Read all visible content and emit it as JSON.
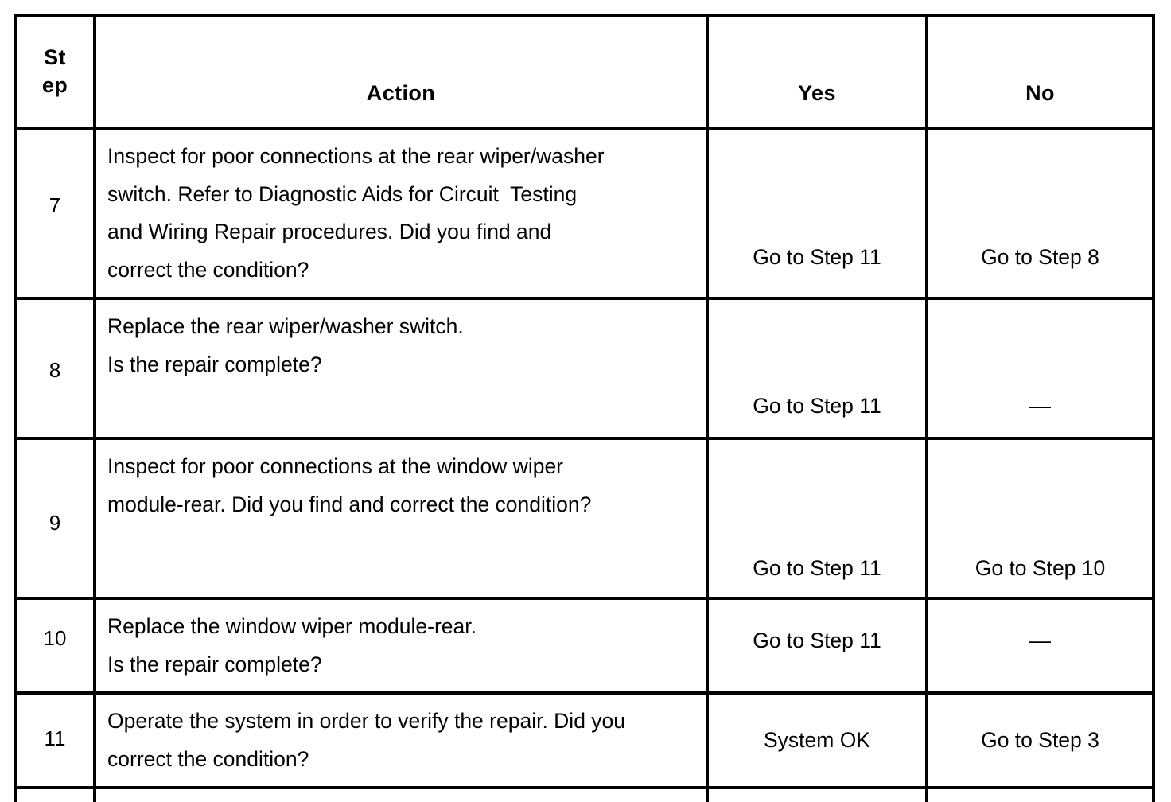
{
  "table": {
    "columns": [
      {
        "key": "step",
        "label_lines": [
          "St",
          "ep"
        ],
        "label": "Step"
      },
      {
        "key": "action",
        "label": "Action"
      },
      {
        "key": "yes",
        "label": "Yes"
      },
      {
        "key": "no",
        "label": "No"
      }
    ],
    "rows": [
      {
        "step": "7",
        "action_lines": [
          "Inspect for poor connections at the rear wiper/washer",
          "switch. Refer to Diagnostic Aids for Circuit  Testing",
          "and Wiring Repair procedures. Did you find and",
          "correct the condition?"
        ],
        "yes": "Go to Step 11",
        "no": "Go to Step 8"
      },
      {
        "step": "8",
        "action_lines": [
          "Replace the rear wiper/washer switch.",
          "Is the repair complete?"
        ],
        "yes": "Go to Step 11",
        "no": "—"
      },
      {
        "step": "9",
        "action_lines": [
          "Inspect for poor connections at the window wiper",
          "module-rear. Did you find and correct the condition?"
        ],
        "yes": "Go to Step 11",
        "no": "Go to Step 10"
      },
      {
        "step": "10",
        "action_lines": [
          "Replace the window wiper module-rear.",
          "Is the repair complete?"
        ],
        "yes": "Go to Step 11",
        "no": "—"
      },
      {
        "step": "11",
        "action_lines": [
          "Operate the system in order to verify the repair. Did you",
          "correct the condition?"
        ],
        "yes": "System OK",
        "no": "Go to Step 3"
      },
      {
        "step": "",
        "action_lines": [],
        "yes": "",
        "no": ""
      }
    ]
  },
  "colors": {
    "border": "#000000",
    "text": "#000000",
    "background": "#ffffff"
  }
}
